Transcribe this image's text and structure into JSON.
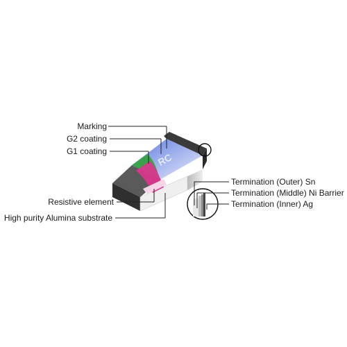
{
  "callouts": {
    "marking": "Marking",
    "g2_coating": "G2 coating",
    "g1_coating": "G1 coating",
    "resistive_element": "Resistive element",
    "substrate": "High purity Alumina substrate",
    "term_outer": "Termination (Outer) Sn",
    "term_middle": "Termination (Middle) Ni Barrier",
    "term_inner": "Termination (Inner) Ag"
  },
  "marking_code": "RC",
  "colors": {
    "body_dark": "#3b3b3b",
    "coating_blue": "#4b63c8",
    "coating_green": "#3aa24a",
    "resistive_pink": "#e0338f",
    "substrate_white": "#f4f4f4",
    "termination_grey": "#cfcfcf"
  }
}
